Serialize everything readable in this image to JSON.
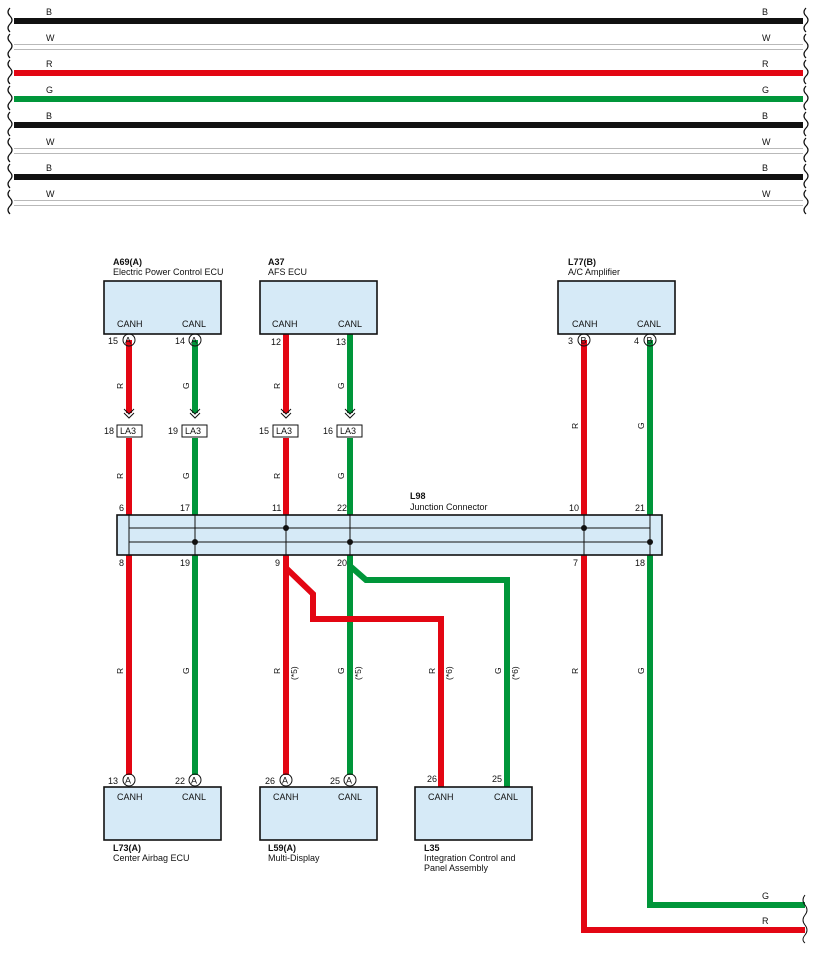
{
  "top_lines": [
    {
      "label": "B",
      "color": "#111111"
    },
    {
      "label": "W",
      "color": "#ffffff"
    },
    {
      "label": "R",
      "color": "#e30613"
    },
    {
      "label": "G",
      "color": "#00963a"
    },
    {
      "label": "B",
      "color": "#111111"
    },
    {
      "label": "W",
      "color": "#ffffff"
    },
    {
      "label": "B",
      "color": "#111111"
    },
    {
      "label": "W",
      "color": "#ffffff"
    }
  ],
  "components": {
    "a69": {
      "code": "A69(A)",
      "name": "Electric Power Control ECU",
      "canh_label": "CANH",
      "canl_label": "CANL",
      "canh_pin": "15",
      "canl_pin": "14",
      "pin_badge": "A"
    },
    "a37": {
      "code": "A37",
      "name": "AFS ECU",
      "canh_label": "CANH",
      "canl_label": "CANL",
      "canh_pin": "12",
      "canl_pin": "13"
    },
    "l77": {
      "code": "L77(B)",
      "name": "A/C Amplifier",
      "canh_label": "CANH",
      "canl_label": "CANL",
      "canh_pin": "3",
      "canl_pin": "4",
      "pin_badge": "B"
    },
    "l73": {
      "code": "L73(A)",
      "name": "Center Airbag ECU",
      "canh_label": "CANH",
      "canl_label": "CANL",
      "canh_pin": "13",
      "canl_pin": "22",
      "pin_badge": "A"
    },
    "l59": {
      "code": "L59(A)",
      "name": "Multi-Display",
      "canh_label": "CANH",
      "canl_label": "CANL",
      "canh_pin": "26",
      "canl_pin": "25",
      "pin_badge": "A"
    },
    "l35": {
      "code": "L35",
      "name_line1": "Integration Control and",
      "name_line2": "Panel Assembly",
      "canh_label": "CANH",
      "canl_label": "CANL",
      "canh_pin": "26",
      "canl_pin": "25"
    }
  },
  "junction": {
    "code": "L98",
    "name": "Junction Connector",
    "top_pins": [
      "6",
      "17",
      "11",
      "22",
      "10",
      "21"
    ],
    "bottom_pins": [
      "8",
      "19",
      "9",
      "20",
      "7",
      "18"
    ]
  },
  "la3_connectors": {
    "label": "LA3",
    "pins": [
      "18",
      "19",
      "15",
      "16"
    ]
  },
  "wire_colors": {
    "red": "R",
    "green": "G"
  },
  "notes": {
    "n5": "(*5)",
    "n6": "(*6)"
  },
  "exit_labels": {
    "green": "G",
    "red": "R"
  }
}
